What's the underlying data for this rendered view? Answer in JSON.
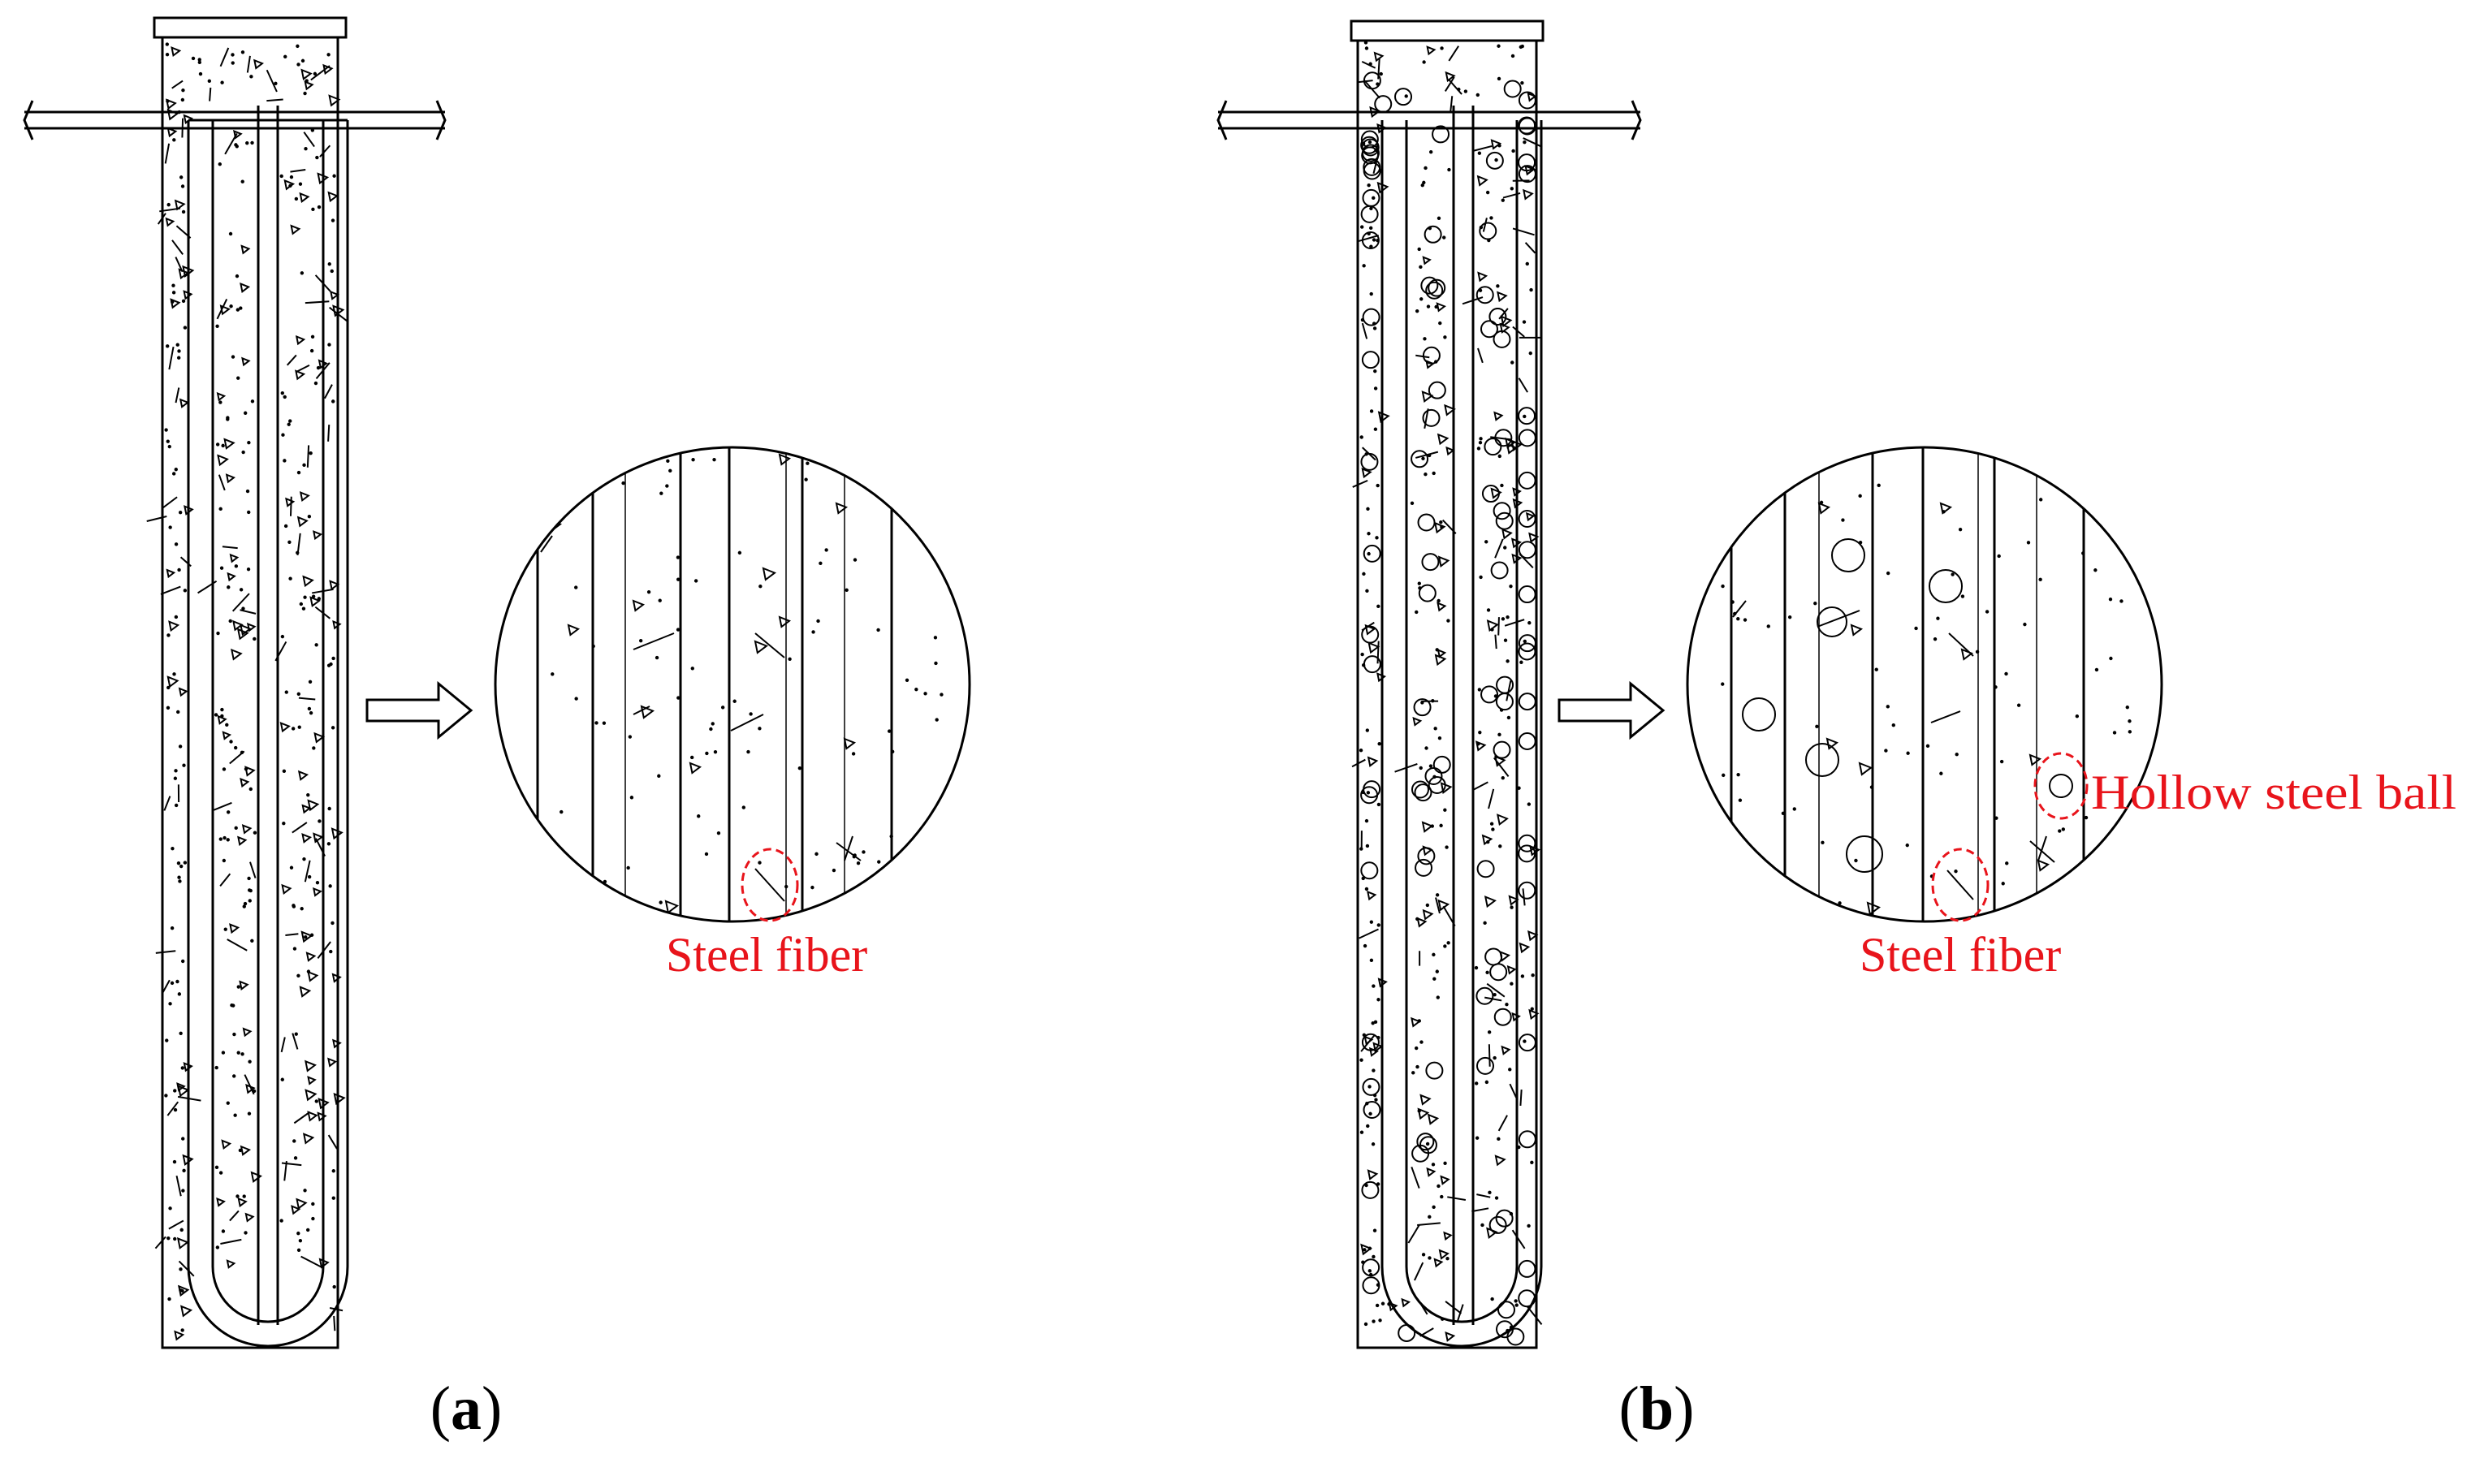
{
  "panels": [
    {
      "id": "a",
      "label": "a",
      "callouts": [
        {
          "text": "Steel fiber"
        }
      ]
    },
    {
      "id": "b",
      "label": "b",
      "callouts": [
        {
          "text": "Steel fiber"
        },
        {
          "text": "Hollow steel ball"
        }
      ]
    }
  ],
  "colors": {
    "line": "#000000",
    "callout": "#e8141b",
    "background": "#ffffff"
  }
}
